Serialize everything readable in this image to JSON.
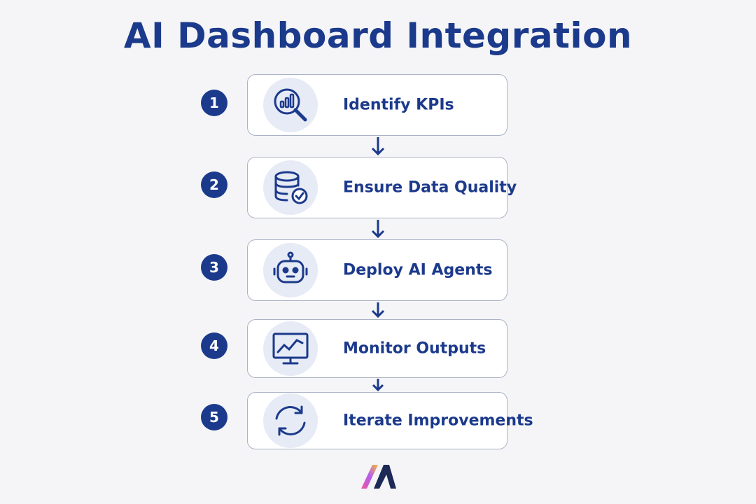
{
  "title": "AI Dashboard Integration",
  "colors": {
    "primary": "#1c3a8c",
    "icon_bg": "#e6ebf6",
    "card_border": "#a9b2c6",
    "background": "#f5f5f7"
  },
  "steps": [
    {
      "number": "1",
      "label": "Identify KPIs",
      "icon": "magnifier-bar-chart-icon"
    },
    {
      "number": "2",
      "label": "Ensure Data Quality",
      "icon": "database-check-icon"
    },
    {
      "number": "3",
      "label": "Deploy AI Agents",
      "icon": "robot-icon"
    },
    {
      "number": "4",
      "label": "Monitor Outputs",
      "icon": "monitor-line-chart-icon"
    },
    {
      "number": "5",
      "label": "Iterate Improvements",
      "icon": "refresh-cycle-icon"
    }
  ],
  "logo": "brand-logo-icon"
}
